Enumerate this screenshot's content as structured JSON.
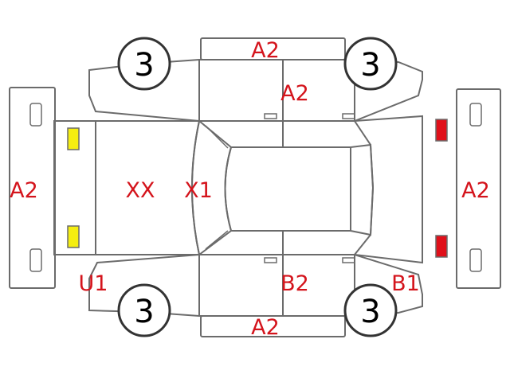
{
  "labels": {
    "roof_top": "A2",
    "door_top": "A2",
    "front_end": "A2",
    "rear_end": "A2",
    "hood": "XX",
    "windshield": "X1",
    "front_left_corner": "U1",
    "door_bottom": "B2",
    "rear_right_corner": "B1",
    "roof_bottom": "A2"
  },
  "wheels": {
    "front_top": "3",
    "rear_top": "3",
    "front_bottom": "3",
    "rear_bottom": "3"
  },
  "colors": {
    "label": "#d4141c",
    "headlight": "#f5ee10",
    "taillight": "#e0101a",
    "outline": "#6b6b6b"
  }
}
